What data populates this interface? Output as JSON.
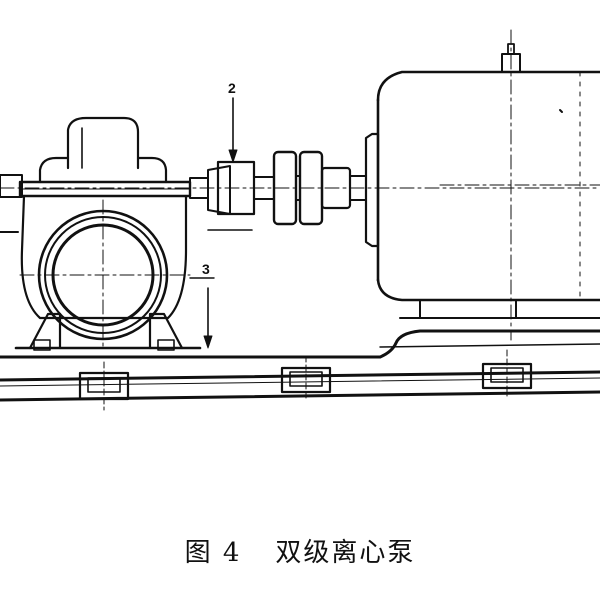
{
  "drawing": {
    "callouts": [
      {
        "id": "2",
        "label": "2"
      },
      {
        "id": "3",
        "label": "3"
      }
    ],
    "ink_color": "#111111"
  },
  "caption": {
    "figure_number": "图 4",
    "title": "双级离心泵"
  }
}
